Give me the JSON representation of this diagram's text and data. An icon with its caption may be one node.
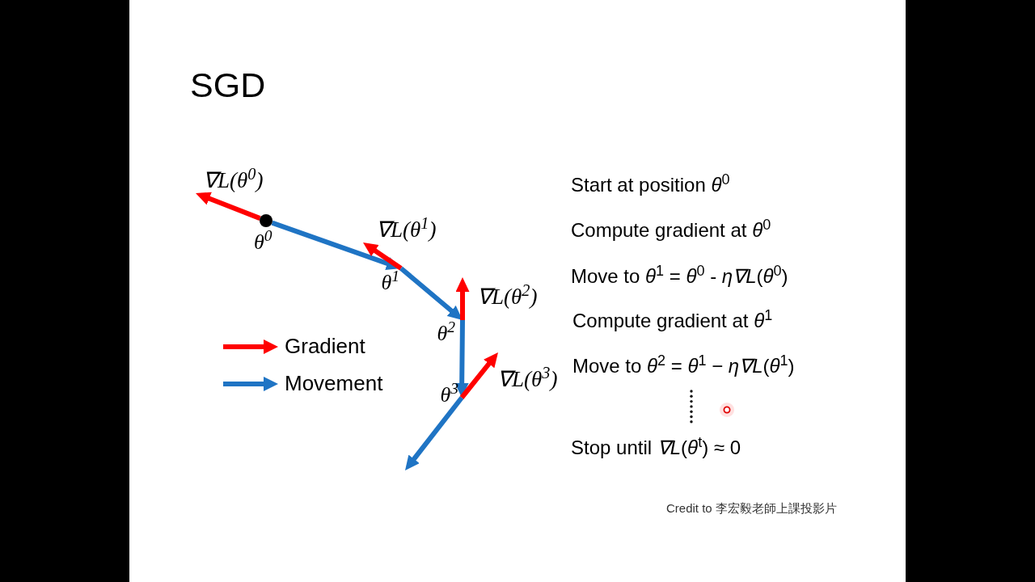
{
  "diagram": {
    "title": "SGD",
    "nodes": [
      {
        "text": [],
        "shape": "circle",
        "beside": [
          "θ$^{0}$"
        ]
      },
      {
        "text": [
          "∇L(θ$^{0}$)"
        ]
      },
      {
        "text": [
          "θ$^{1}$"
        ]
      },
      {
        "text": [
          "∇L(θ$^{1}$)"
        ]
      },
      {
        "text": [
          "θ$^{2}$"
        ]
      },
      {
        "text": [
          "∇L(θ$^{2}$)"
        ]
      },
      {
        "text": [
          "θ$^{3}$"
        ]
      },
      {
        "text": [
          "∇L(θ$^{3}$)"
        ]
      }
    ],
    "edges": [
      {
        "from": 0,
        "to": 1,
        "arrow": "to",
        "color": "#ff0000"
      },
      {
        "from": 0,
        "to": 2,
        "arrow": "to",
        "color": "#1f74c4"
      },
      {
        "from": 2,
        "to": 3,
        "arrow": "to",
        "color": "#ff0000"
      },
      {
        "from": 2,
        "to": 4,
        "arrow": "to",
        "color": "#1f74c4"
      },
      {
        "from": 4,
        "to": 5,
        "arrow": "to",
        "color": "#ff0000"
      },
      {
        "from": 4,
        "to": 6,
        "arrow": "to",
        "color": "#1f74c4"
      },
      {
        "from": 6,
        "to": 7,
        "arrow": "to",
        "color": "#ff0000"
      },
      {
        "from": 6,
        "to": null,
        "arrow": "to",
        "color": "#1f74c4"
      }
    ],
    "labels": [
      "Start at position *θ*$^{0}$",
      "Compute gradient at *θ*$^{0}$",
      "Move to *θ*$^{1}$ = *θ*$^{0}$ - *η∇L*(*θ*$^{0}$)",
      "Compute gradient at *θ*$^{1}$",
      "Move to *θ*$^{2}$ = *θ*$^{1}$ − *η∇L*(*θ*$^{1}$)",
      "Stop until *∇L*(*θ*$^{t}$) ≈ 0",
      "Credit to 李宏毅老師上課投影片"
    ],
    "legend": [
      {
        "text": "Gradient"
      },
      {
        "text": "Movement"
      }
    ]
  }
}
